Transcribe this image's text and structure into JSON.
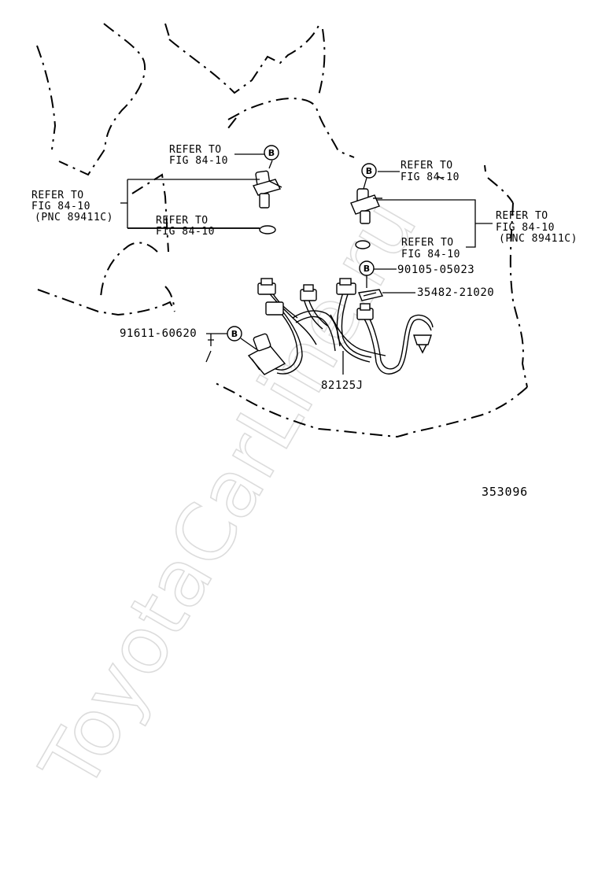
{
  "watermark": "ToyotaCarLine.ru",
  "figure_number": "353096",
  "badge_letter": "B",
  "labels": {
    "refer_a_line1": "REFER TO",
    "refer_a_line2": "FIG 84-10",
    "refer_b_line1": "REFER TO",
    "refer_b_line2": "FIG 84-10",
    "refer_c_line1": "REFER TO",
    "refer_c_line2": "FIG 84-10",
    "refer_c_line3": "(PNC 89411C)",
    "refer_d_line1": "REFER TO",
    "refer_d_line2": "FIG 84-10",
    "refer_e_line1": "REFER TO",
    "refer_e_line2": "FIG 84-10",
    "refer_f_line1": "REFER TO",
    "refer_f_line2": "FIG 84-10",
    "refer_f_line3": "(PNC 89411C)"
  },
  "parts": {
    "bolt": "91611-60620",
    "bolt_right": "90105-05023",
    "clamp": "35482-21020",
    "harness": "82125J"
  }
}
